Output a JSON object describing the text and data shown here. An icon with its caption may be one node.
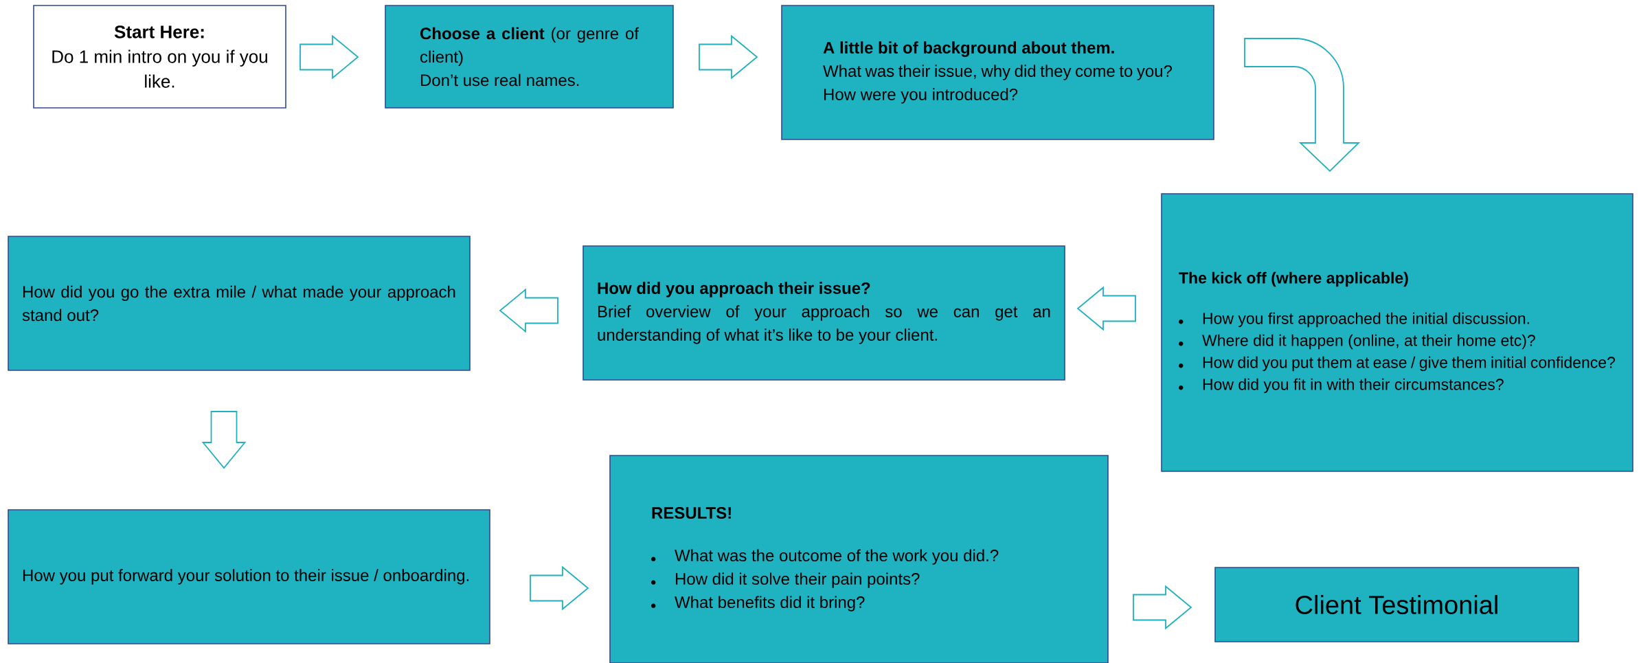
{
  "diagram": {
    "nodes": [
      {
        "text": [
          "Start Here:",
          "Do 1 min intro on you if you like."
        ]
      },
      {
        "text": [
          "**Choose a client** (or genre of client)",
          "Don’t use real names."
        ]
      },
      {
        "text": [
          "A little bit of background about them.",
          "What was their issue, why did they come to you?",
          "How were you introduced?"
        ]
      },
      {
        "text": [
          "The kick off (where applicable)",
          "How you first approached the initial discussion.",
          "Where did it happen (online, at their home etc)?",
          "How did you put them at ease / give them initial confidence?",
          "How did you fit in with their circumstances?"
        ]
      },
      {
        "text": [
          "How did you approach their issue?",
          "Brief overview of your approach so we can get an understanding of what it’s like to be your client."
        ]
      },
      {
        "text": [
          "How did you go the extra mile / what made your approach stand out?"
        ]
      },
      {
        "text": [
          "How you put forward your solution to their issue / onboarding."
        ]
      },
      {
        "text": [
          "RESULTS!",
          "What was the outcome of the work you did.?",
          "How did it solve their pain points?",
          "What benefits did it bring?"
        ]
      },
      {
        "text": [
          "Client Testimonial"
        ]
      }
    ],
    "edges": [
      {
        "from": 0,
        "to": 1,
        "arrow": "to"
      },
      {
        "from": 1,
        "to": 2,
        "arrow": "to"
      },
      {
        "from": 2,
        "to": 3,
        "arrow": "to"
      },
      {
        "from": 3,
        "to": 4,
        "arrow": "to"
      },
      {
        "from": 4,
        "to": 5,
        "arrow": "to"
      },
      {
        "from": 5,
        "to": 6,
        "arrow": "to"
      },
      {
        "from": 6,
        "to": 7,
        "arrow": "to"
      },
      {
        "from": 7,
        "to": 8,
        "arrow": "to"
      }
    ]
  }
}
